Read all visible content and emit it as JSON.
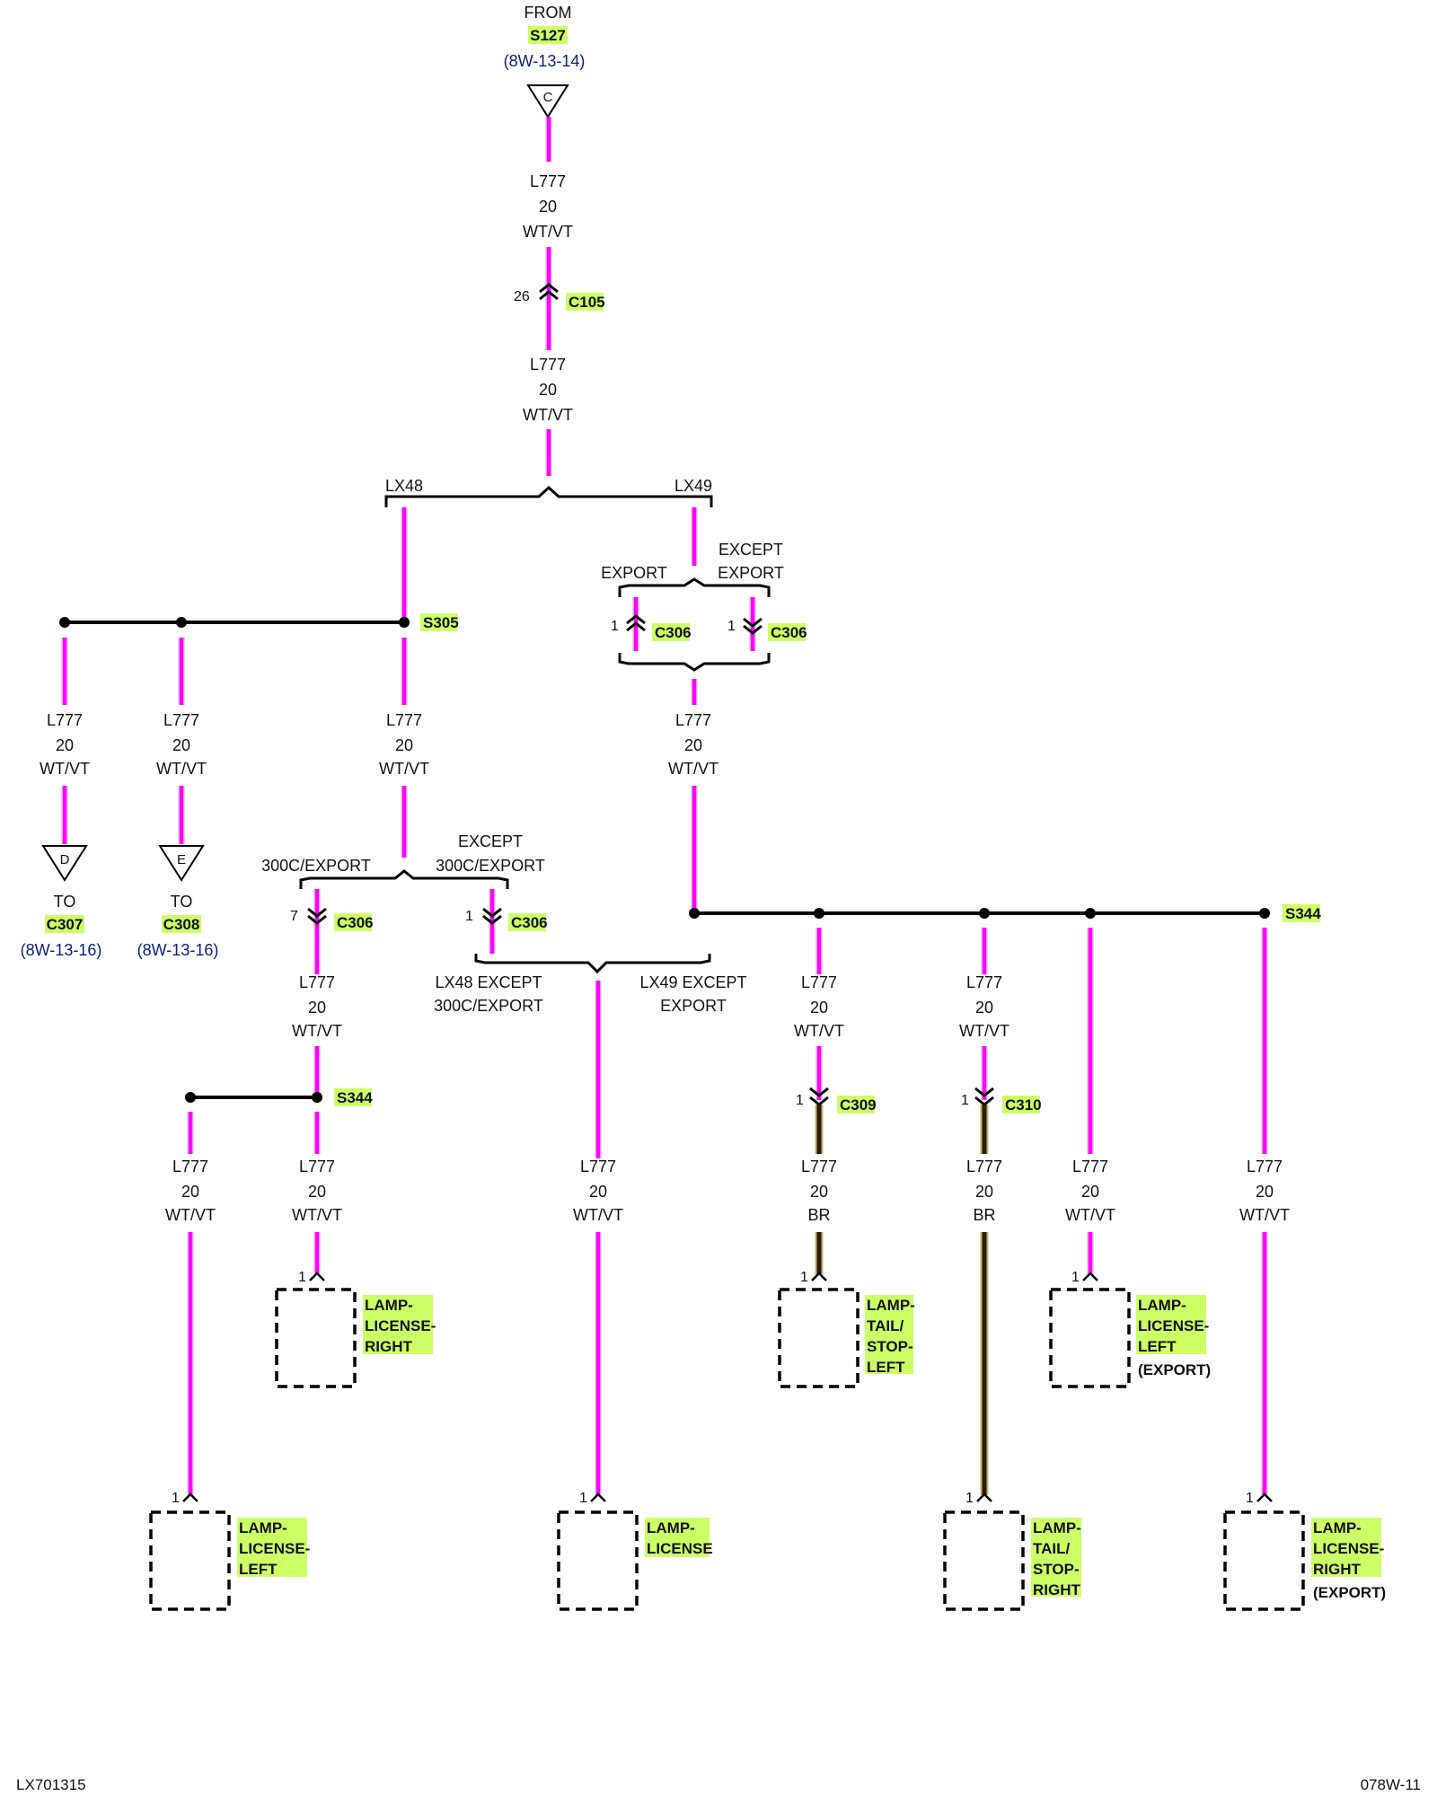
{
  "from": {
    "label": "FROM",
    "splice": "S127",
    "ref": "(8W-13-14)",
    "connector_letter": "C"
  },
  "wire": {
    "id": "L777",
    "gauge": "20",
    "color_vt": "WT/VT",
    "color_br": "BR"
  },
  "trunk_connector": {
    "id": "C105",
    "pin": "26"
  },
  "options": {
    "lx48": "LX48",
    "lx49": "LX49",
    "export": "EXPORT",
    "except": "EXCEPT",
    "except_export": "EXPORT",
    "c306_pin_export": "1",
    "c306_pin_except": "1",
    "c306": "C306"
  },
  "splice_s305": "S305",
  "to_d": {
    "letter": "D",
    "to": "TO",
    "connector": "C307",
    "ref": "(8W-13-16)"
  },
  "to_e": {
    "letter": "E",
    "to": "TO",
    "connector": "C308",
    "ref": "(8W-13-16)"
  },
  "branch300c": {
    "left_label": "300C/EXPORT",
    "right_label_1": "EXCEPT",
    "right_label_2": "300C/EXPORT",
    "pin_left": "7",
    "pin_right": "1",
    "connector": "C306",
    "merge_left_1": "LX48 EXCEPT",
    "merge_left_2": "300C/EXPORT",
    "merge_right_1": "LX49 EXCEPT",
    "merge_right_2": "EXPORT"
  },
  "splice_s344": "S344",
  "c309": {
    "id": "C309",
    "pin": "1"
  },
  "c310": {
    "id": "C310",
    "pin": "1"
  },
  "components": {
    "license_right": [
      "LAMP-",
      "LICENSE-",
      "RIGHT"
    ],
    "license_left": [
      "LAMP-",
      "LICENSE-",
      "LEFT"
    ],
    "license": [
      "LAMP-",
      "LICENSE"
    ],
    "tail_left": [
      "LAMP-",
      "TAIL/",
      "STOP-",
      "LEFT"
    ],
    "tail_right": [
      "LAMP-",
      "TAIL/",
      "STOP-",
      "RIGHT"
    ],
    "license_left_export": [
      "LAMP-",
      "LICENSE-",
      "LEFT"
    ],
    "license_right_export": [
      "LAMP-",
      "LICENSE-",
      "RIGHT"
    ],
    "export_note": "(EXPORT)",
    "pin": "1"
  },
  "footer": {
    "left": "LX701315",
    "right": "078W-11"
  },
  "colors": {
    "violet_wire": "#ff00ff",
    "brown_wire": "#2a1a00",
    "highlight": "#ccff66",
    "ref_blue": "#0a1f7a"
  }
}
